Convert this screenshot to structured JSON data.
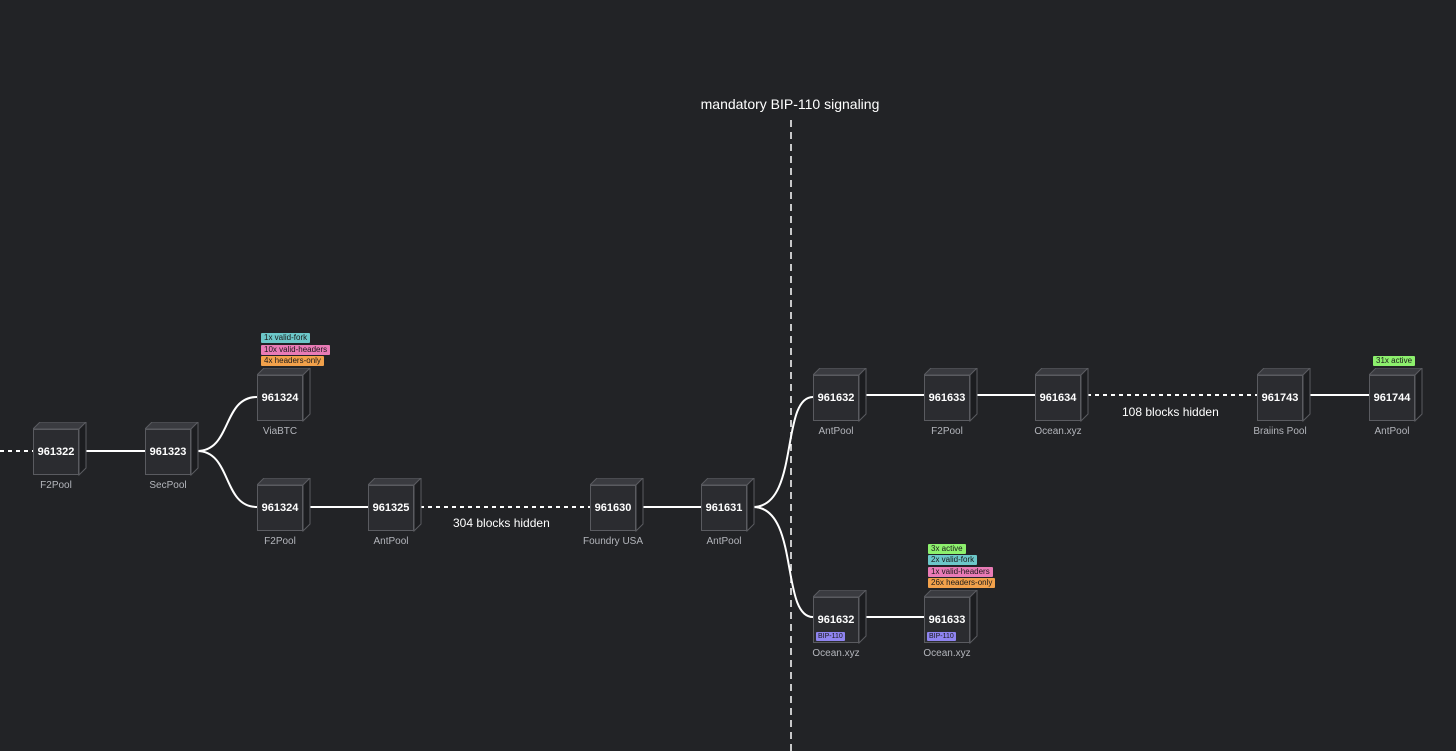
{
  "divider_label": "mandatory BIP-110 signaling",
  "colors": {
    "background": "#222326",
    "active": "#8df06d",
    "valid_fork": "#6cc7c9",
    "valid_headers": "#e97bb6",
    "headers_only": "#f2a14b",
    "bip110": "#8f84f0"
  },
  "blocks": [
    {
      "id": "b1",
      "height": "961322",
      "pool": "F2Pool"
    },
    {
      "id": "b2",
      "height": "961323",
      "pool": "SecPool"
    },
    {
      "id": "b3",
      "height": "961324",
      "pool": "ViaBTC"
    },
    {
      "id": "b4",
      "height": "961324",
      "pool": "F2Pool"
    },
    {
      "id": "b5",
      "height": "961325",
      "pool": "AntPool"
    },
    {
      "id": "b6",
      "height": "961630",
      "pool": "Foundry USA"
    },
    {
      "id": "b7",
      "height": "961631",
      "pool": "AntPool"
    },
    {
      "id": "b8",
      "height": "961632",
      "pool": "AntPool"
    },
    {
      "id": "b9",
      "height": "961633",
      "pool": "F2Pool"
    },
    {
      "id": "b10",
      "height": "961634",
      "pool": "Ocean.xyz"
    },
    {
      "id": "b11",
      "height": "961743",
      "pool": "Braiins Pool"
    },
    {
      "id": "b12",
      "height": "961744",
      "pool": "AntPool"
    },
    {
      "id": "b13",
      "height": "961632",
      "pool": "Ocean.xyz",
      "tag": "BIP-110"
    },
    {
      "id": "b14",
      "height": "961633",
      "pool": "Ocean.xyz",
      "tag": "BIP-110"
    }
  ],
  "hidden_labels": {
    "left": "304 blocks hidden",
    "right": "108 blocks hidden"
  },
  "badges": {
    "b3": [
      "1x valid-fork",
      "10x valid-headers",
      "4x headers-only"
    ],
    "b12": [
      "31x active"
    ],
    "b14": [
      "3x active",
      "2x valid-fork",
      "1x valid-headers",
      "26x headers-only"
    ]
  }
}
